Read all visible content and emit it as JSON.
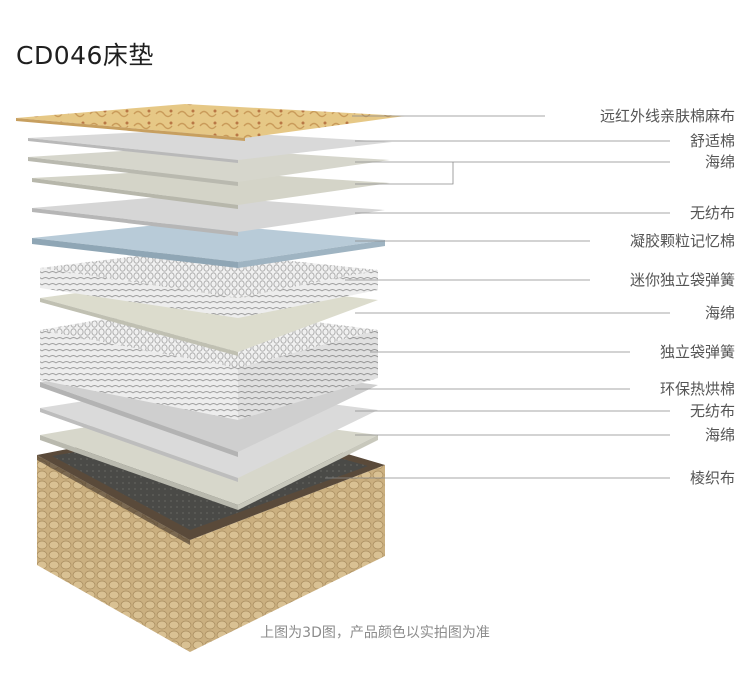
{
  "title": "CD046床垫",
  "caption": "上图为3D图，产品颜色以实拍图为准",
  "layers": [
    {
      "label": "远红外线亲肤棉麻布",
      "material": "quilted-fabric",
      "color": "#e4c483"
    },
    {
      "label": "舒适棉",
      "material": "soft-cotton",
      "color": "#d9d9d9"
    },
    {
      "label": "海绵",
      "material": "foam",
      "color": "#d4d4c8"
    },
    {
      "label": "无纺布",
      "material": "non-woven",
      "color": "#d6d6d6"
    },
    {
      "label": "凝胶颗粒记忆棉",
      "material": "gel-memory-foam",
      "color": "#b8cbd8"
    },
    {
      "label": "迷你独立袋弹簧",
      "material": "mini-pocket-springs",
      "color": "#e6e6e6"
    },
    {
      "label": "海绵",
      "material": "foam",
      "color": "#dcdccd"
    },
    {
      "label": "独立袋弹簧",
      "material": "pocket-springs",
      "color": "#e9e9e9"
    },
    {
      "label": "环保热烘棉",
      "material": "hot-air-cotton",
      "color": "#cfcfcf"
    },
    {
      "label": "无纺布",
      "material": "non-woven",
      "color": "#dadada"
    },
    {
      "label": "海绵",
      "material": "foam",
      "color": "#d7d7cb"
    },
    {
      "label": "棱织布",
      "material": "woven-base",
      "color": "#c9ad7e"
    }
  ],
  "colors": {
    "text": "#555555",
    "title": "#1f1f1f",
    "caption": "#8c8c8c",
    "base_side": "#c9ad7e",
    "base_top": "#4b4b48"
  }
}
